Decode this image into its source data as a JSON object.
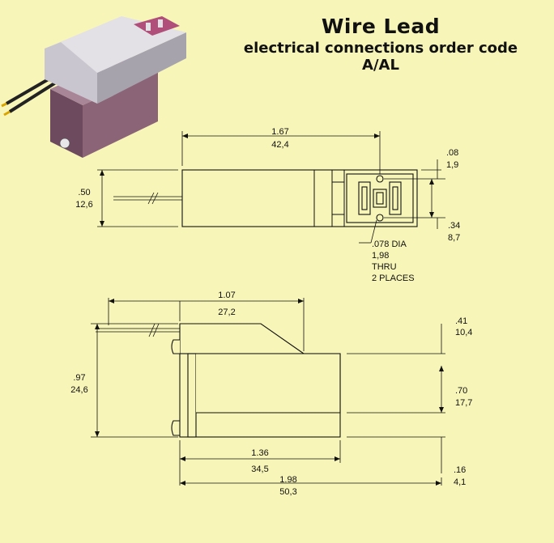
{
  "title": "Wire Lead",
  "subtitle": "electrical connections order code A/AL",
  "top_view": {
    "length_in": "1.67",
    "length_mm": "42,4",
    "height_in": ".50",
    "height_mm": "12,6",
    "hole_offset_in": ".08",
    "hole_offset_mm": "1,9",
    "hole_spacing_in": ".34",
    "hole_spacing_mm": "8,7",
    "hole_callout": [
      ".078 DIA",
      "1,98",
      "THRU",
      "2 PLACES"
    ]
  },
  "side_view": {
    "upper_length_in": "1.07",
    "upper_length_mm": "27,2",
    "overall_height_in": ".97",
    "overall_height_mm": "24,6",
    "step_in": ".41",
    "step_mm": "10,4",
    "body_height_in": ".70",
    "body_height_mm": "17,7",
    "bottom_in": ".16",
    "bottom_mm": "4,1",
    "body_length_in": "1.36",
    "body_length_mm": "34,5",
    "overall_length_in": "1.98",
    "overall_length_mm": "50,3"
  }
}
